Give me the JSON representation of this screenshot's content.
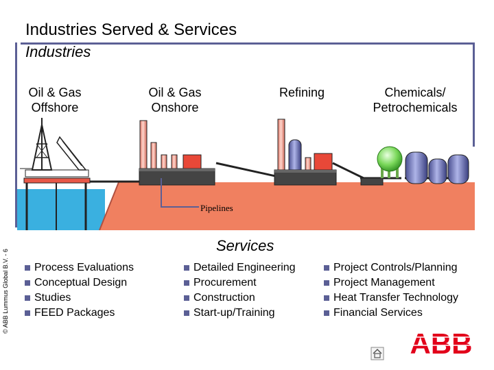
{
  "title": "Industries Served & Services",
  "industries": {
    "heading": "Industries",
    "items": [
      {
        "id": "offshore",
        "lines": [
          "Oil & Gas",
          "Offshore"
        ]
      },
      {
        "id": "onshore",
        "lines": [
          "Oil & Gas",
          "Onshore"
        ]
      },
      {
        "id": "refining",
        "lines": [
          "Refining"
        ]
      },
      {
        "id": "chemicals",
        "lines": [
          "Chemicals/",
          "Petrochemicals"
        ]
      }
    ],
    "pipelines_label": "Pipelines"
  },
  "services": {
    "heading": "Services",
    "columns": [
      [
        "Process Evaluations",
        "Conceptual Design",
        "Studies",
        "FEED Packages"
      ],
      [
        "Detailed Engineering",
        "Procurement",
        "Construction",
        "Start-up/Training"
      ],
      [
        "Project Controls/Planning",
        "Project Management",
        "Heat Transfer Technology",
        "Financial Services"
      ]
    ]
  },
  "copyright": "© ABB Lummus Global B.V. - 6",
  "logo": {
    "text": "ABB",
    "color": "#e2001a"
  },
  "colors": {
    "accent": "#5b5f95",
    "ground": "#f08060",
    "sea": "#3ab0e0"
  },
  "icons": {
    "home": "home-icon"
  }
}
